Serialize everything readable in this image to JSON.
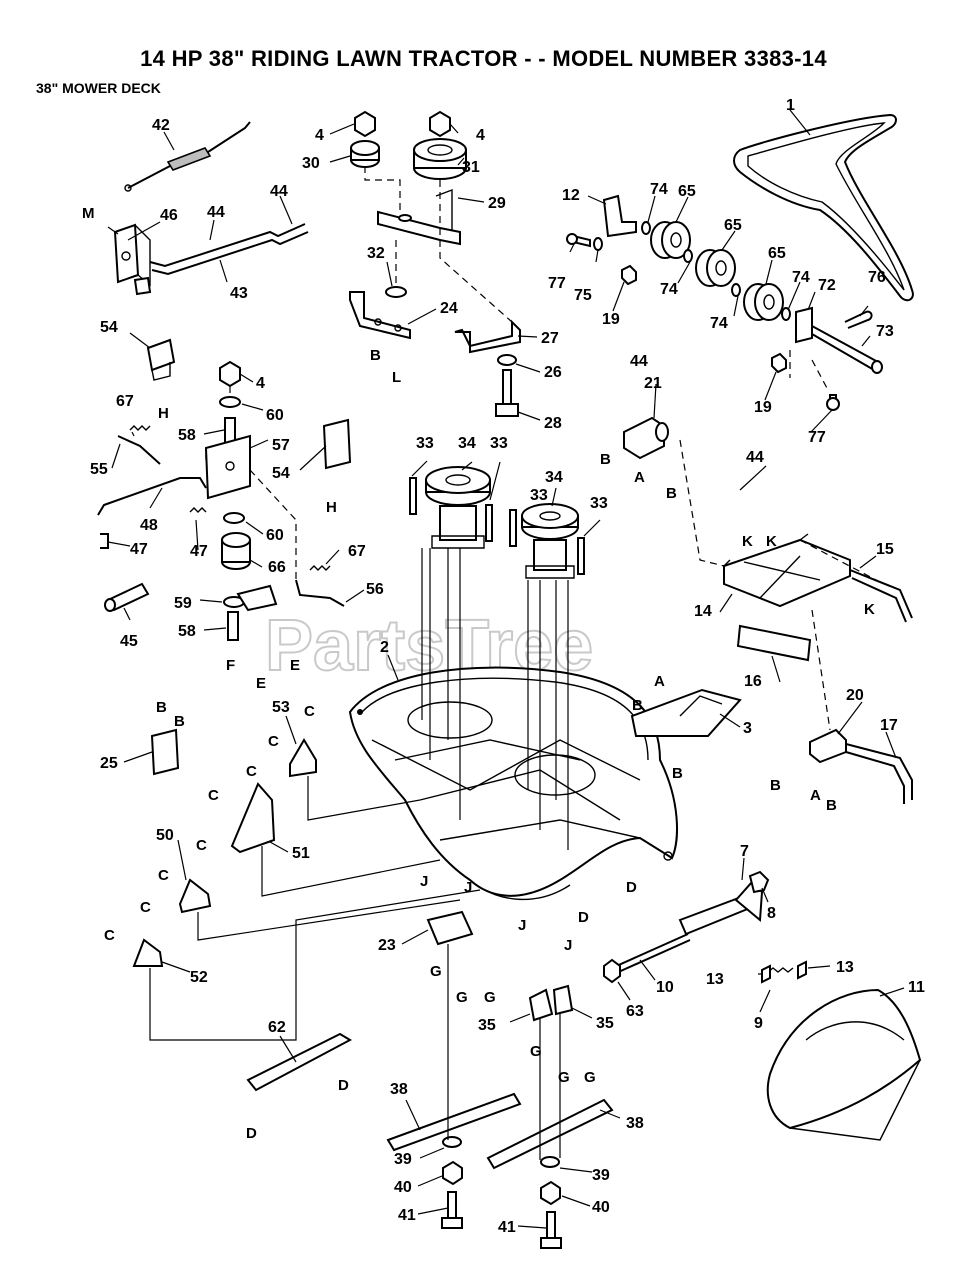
{
  "header": {
    "title": "14 HP 38\" RIDING LAWN TRACTOR - - MODEL NUMBER 3383-14",
    "subtitle": "38\" MOWER DECK"
  },
  "watermark": "PartsTree",
  "part_labels": {
    "p1": "1",
    "p2": "2",
    "p3": "3",
    "p4a": "4",
    "p4b": "4",
    "p4c": "4",
    "p7": "7",
    "p8": "8",
    "p9": "9",
    "p10": "10",
    "p11": "11",
    "p12": "12",
    "p13a": "13",
    "p13b": "13",
    "p14": "14",
    "p15": "15",
    "p16": "16",
    "p17": "17",
    "p19a": "19",
    "p19b": "19",
    "p20": "20",
    "p21": "21",
    "p23": "23",
    "p24": "24",
    "p25": "25",
    "p26": "26",
    "p27": "27",
    "p28": "28",
    "p29": "29",
    "p30": "30",
    "p31": "31",
    "p32": "32",
    "p33a": "33",
    "p33b": "33",
    "p33c": "33",
    "p33d": "33",
    "p34a": "34",
    "p34b": "34",
    "p35a": "35",
    "p35b": "35",
    "p38a": "38",
    "p38b": "38",
    "p39a": "39",
    "p39b": "39",
    "p40a": "40",
    "p40b": "40",
    "p41a": "41",
    "p41b": "41",
    "p42": "42",
    "p43": "43",
    "p44a": "44",
    "p44b": "44",
    "p44c": "44",
    "p44d": "44",
    "p45": "45",
    "p46": "46",
    "p47a": "47",
    "p47b": "47",
    "p48": "48",
    "p50": "50",
    "p51": "51",
    "p52": "52",
    "p53": "53",
    "p54a": "54",
    "p54b": "54",
    "p55": "55",
    "p56": "56",
    "p57": "57",
    "p58a": "58",
    "p58b": "58",
    "p59": "59",
    "p60a": "60",
    "p60b": "60",
    "p62": "62",
    "p63": "63",
    "p65a": "65",
    "p65b": "65",
    "p65c": "65",
    "p66": "66",
    "p67a": "67",
    "p67b": "67",
    "p72": "72",
    "p73": "73",
    "p74a": "74",
    "p74b": "74",
    "p74c": "74",
    "p74d": "74",
    "p75": "75",
    "p76": "76",
    "p77a": "77",
    "p77b": "77"
  },
  "connector_labels": {
    "M": "M",
    "A": "A",
    "B": "B",
    "C": "C",
    "D": "D",
    "E": "E",
    "F": "F",
    "G": "G",
    "H": "H",
    "J": "J",
    "K": "K",
    "L": "L"
  }
}
